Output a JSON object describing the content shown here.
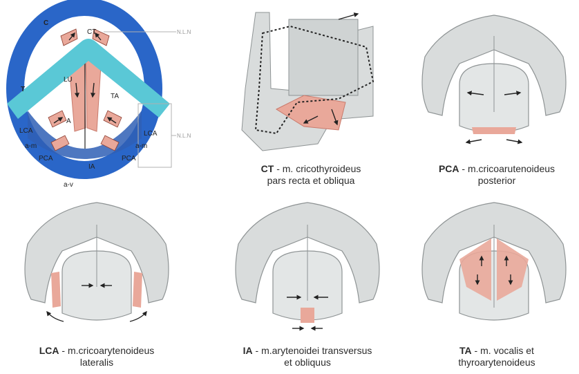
{
  "colors": {
    "cartilage_fill": "#d9dcdc",
    "cartilage_stroke": "#8e9394",
    "muscle": "#e9a89a",
    "muscle_stroke": "#c97a6c",
    "thyroid_ring": "#2a66c8",
    "cricoid_band": "#5ac8d6",
    "arrow": "#222222",
    "label_line": "#b0b0b0"
  },
  "schematic": {
    "labels": {
      "c": "C",
      "t": "T",
      "ct": "CT",
      "lu": "LU",
      "ta": "TA",
      "a": "A",
      "lca_left": "LCA",
      "lca_right": "LCA",
      "am_left": "a-m",
      "am_right": "a-m",
      "pca_left": "PCA",
      "pca_right": "PCA",
      "ia": "IA",
      "av": "a-v",
      "side_top": "N.L.N",
      "side_bottom": "N.L.N"
    }
  },
  "panels": [
    {
      "abbr": "CT",
      "sep": " - ",
      "line1": "m. cricothyroideus",
      "line2": "pars recta et obliqua"
    },
    {
      "abbr": "PCA",
      "sep": " - ",
      "line1": "m.cricoarutenoideus",
      "line2": "posterior"
    },
    {
      "abbr": "LCA",
      "sep": " - ",
      "line1": "m.cricoarytenoideus",
      "line2": "lateralis"
    },
    {
      "abbr": "IA",
      "sep": " - ",
      "line1": "m.arytenoidei transversus",
      "line2": "et obliquus"
    },
    {
      "abbr": "TA",
      "sep": " - ",
      "line1": "m. vocalis et",
      "line2": "thyroarytenoideus"
    }
  ]
}
